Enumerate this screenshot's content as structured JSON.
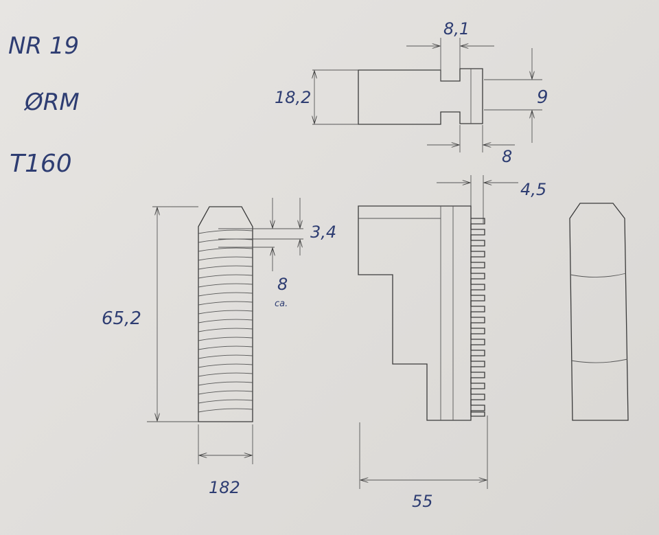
{
  "notes": {
    "line1": "NR 19",
    "line2": "ØRM",
    "line3": "T160"
  },
  "dimensions": {
    "top_height": "18,2",
    "neck_width": "8,1",
    "head_gap": "9",
    "head_width": "8",
    "tooth_depth": "4,5",
    "groove_pitch": "3,4",
    "groove_spacing": "8",
    "groove_spacing_note": "ca.",
    "total_height": "65,2",
    "side_width": "182",
    "profile_length": "55"
  },
  "colors": {
    "ink": "#2e3d72",
    "pencil": "#3a3a3a",
    "paper": "#e2e0dd"
  }
}
